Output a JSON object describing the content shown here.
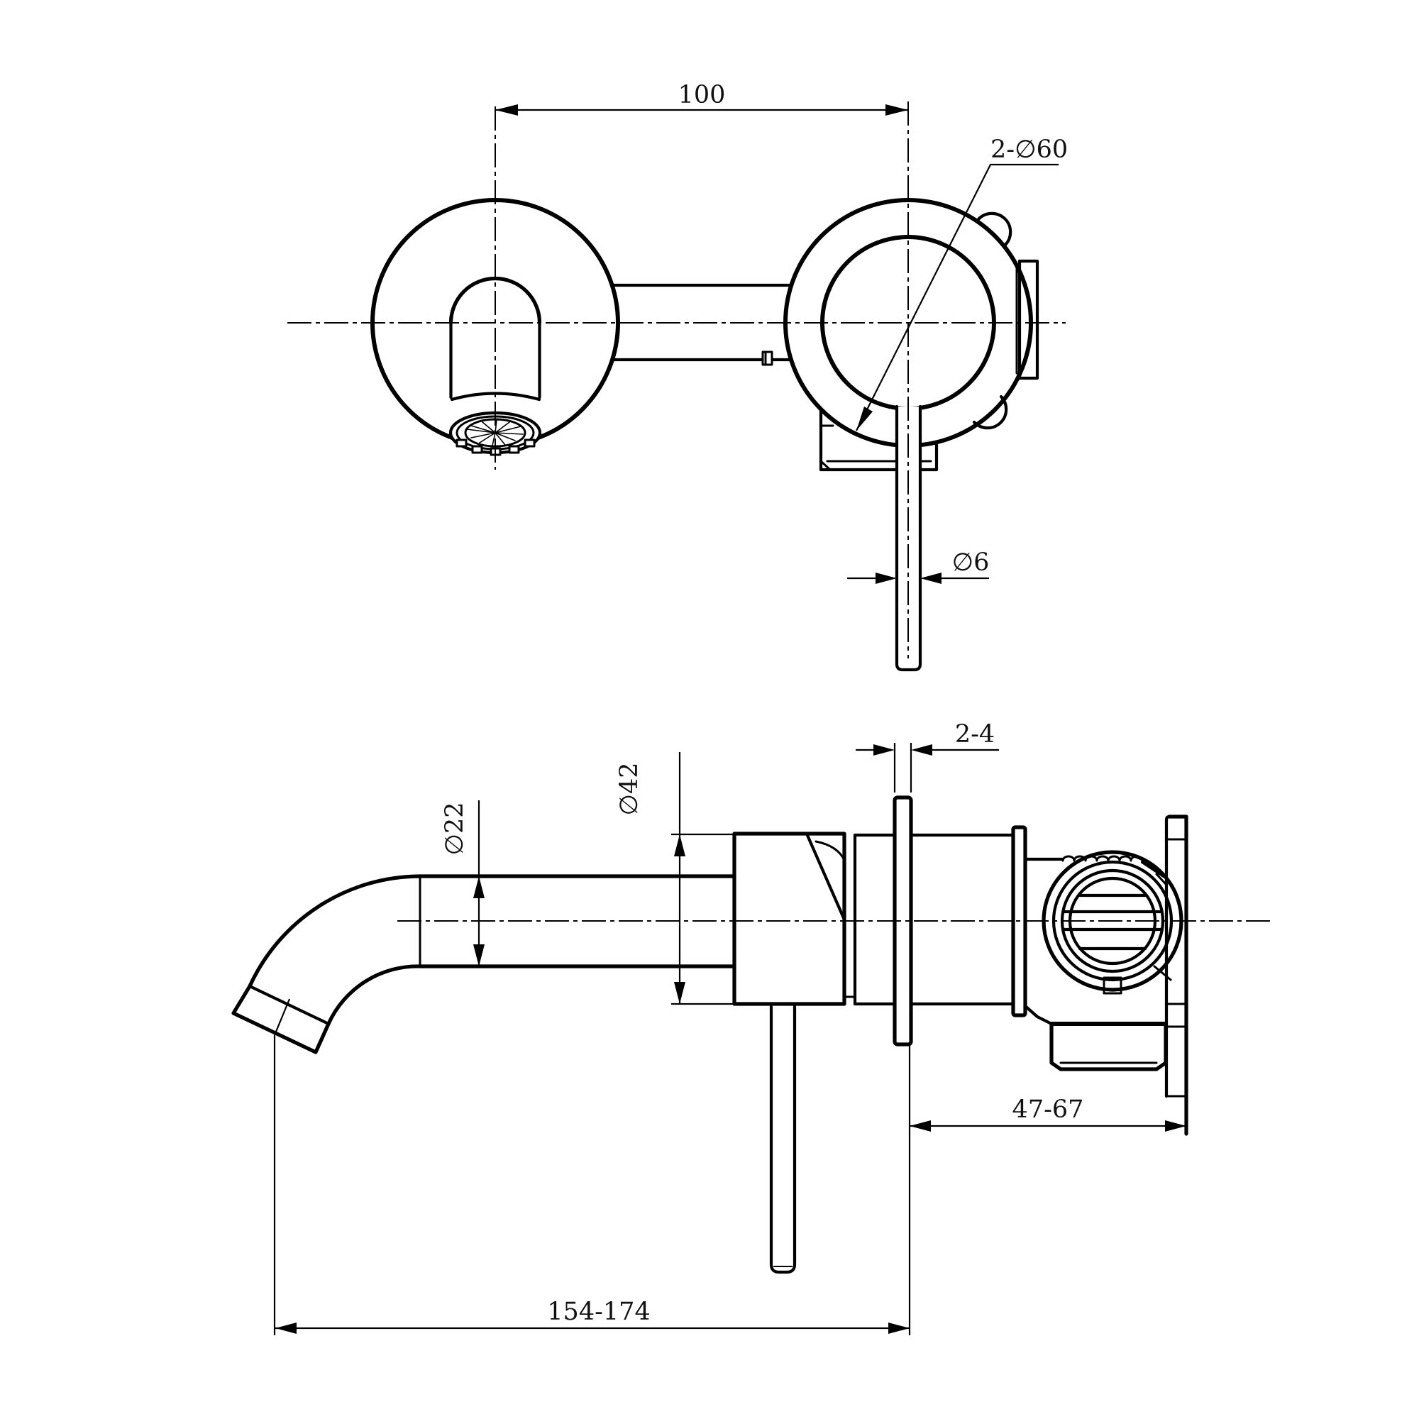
{
  "drawing": {
    "type": "technical-dimension-drawing",
    "subject": "wall-mounted basin mixer tap, front view and side view",
    "dimensions": {
      "center_distance": "100",
      "escutcheon_diameter": "2-∅60",
      "handle_stem_diameter": "∅6",
      "spout_tube_diameter": "∅22",
      "body_diameter": "∅42",
      "wall_thickness_range": "2-4",
      "rough_in_depth_range": "47-67",
      "spout_reach_range": "154-174"
    }
  }
}
